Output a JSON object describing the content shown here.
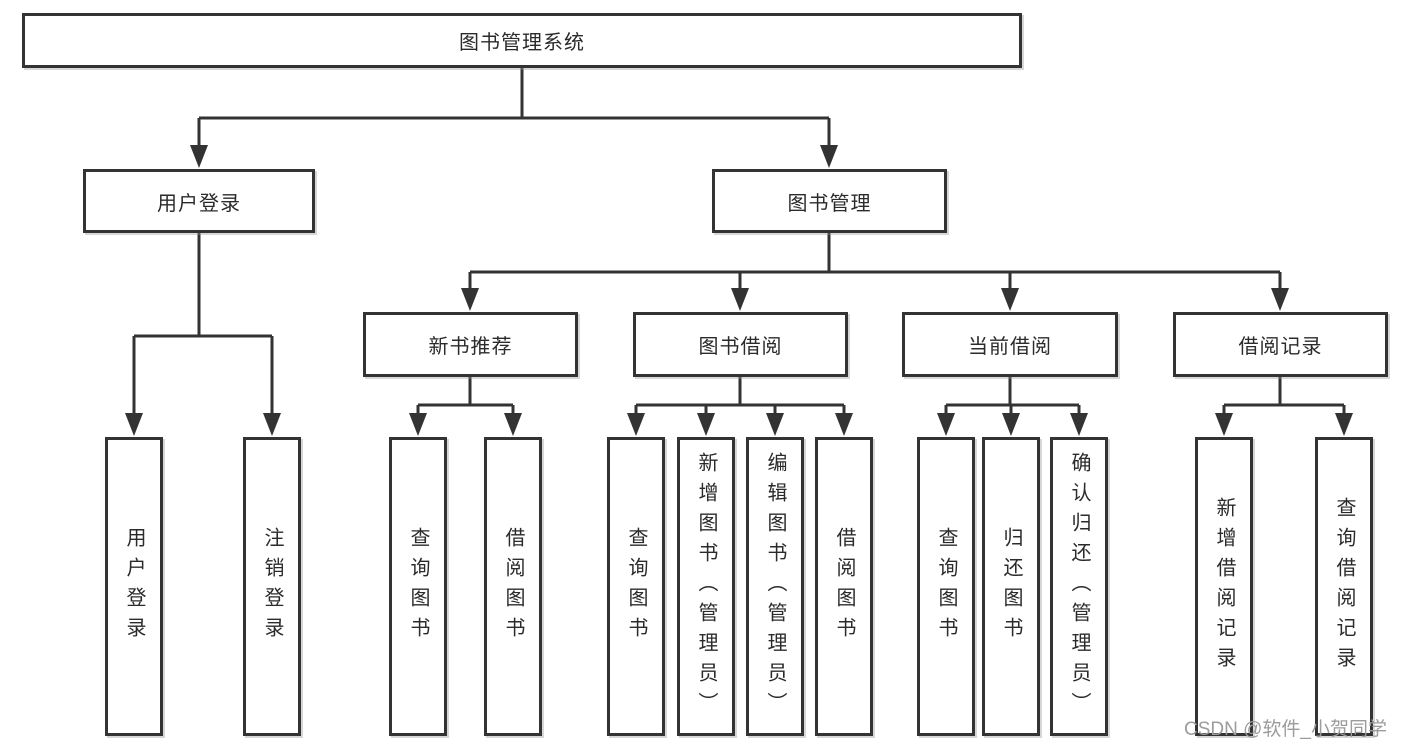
{
  "colors": {
    "line": "#333333",
    "text": "#2b2b2b",
    "box_bg": "#ffffff",
    "watermark": "#9c9c9c",
    "background": "#ffffff"
  },
  "watermark": "CSDN @软件_小贺同学",
  "tree": {
    "root": {
      "label": "图书管理系统"
    },
    "branches": [
      {
        "label": "用户登录",
        "children": [
          {
            "label": "用户登录"
          },
          {
            "label": "注销登录"
          }
        ]
      },
      {
        "label": "图书管理",
        "children": [
          {
            "label": "新书推荐",
            "children": [
              {
                "label": "查询图书"
              },
              {
                "label": "借阅图书"
              }
            ]
          },
          {
            "label": "图书借阅",
            "children": [
              {
                "label": "查询图书"
              },
              {
                "label": "新增图书（管理员）"
              },
              {
                "label": "编辑图书（管理员）"
              },
              {
                "label": "借阅图书"
              }
            ]
          },
          {
            "label": "当前借阅",
            "children": [
              {
                "label": "查询图书"
              },
              {
                "label": "归还图书"
              },
              {
                "label": "确认归还（管理员）"
              }
            ]
          },
          {
            "label": "借阅记录",
            "children": [
              {
                "label": "新增借阅记录"
              },
              {
                "label": "查询借阅记录"
              }
            ]
          }
        ]
      }
    ]
  }
}
